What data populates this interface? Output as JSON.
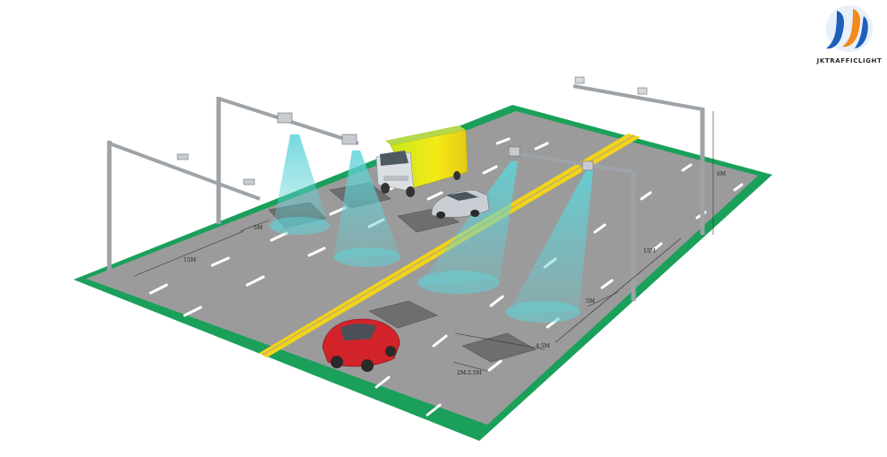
{
  "brand": {
    "name": "JKTRAFFICLIGHT",
    "colors": {
      "blue": "#1f5fb8",
      "orange": "#f28a1c"
    }
  },
  "dimensions": {
    "left_span": "15M",
    "left_offset": "5M",
    "right_span": "15M",
    "right_offset": "5M",
    "pole_height": "6M",
    "zone_width": "4.5M",
    "zone_length": "2M-2.5M"
  },
  "colors": {
    "road": "#9b9b9b",
    "verge": "#1aa05a",
    "center_line": "#f2d21b",
    "beam": "#5fd3d8",
    "zone": "#6e6e6e"
  }
}
